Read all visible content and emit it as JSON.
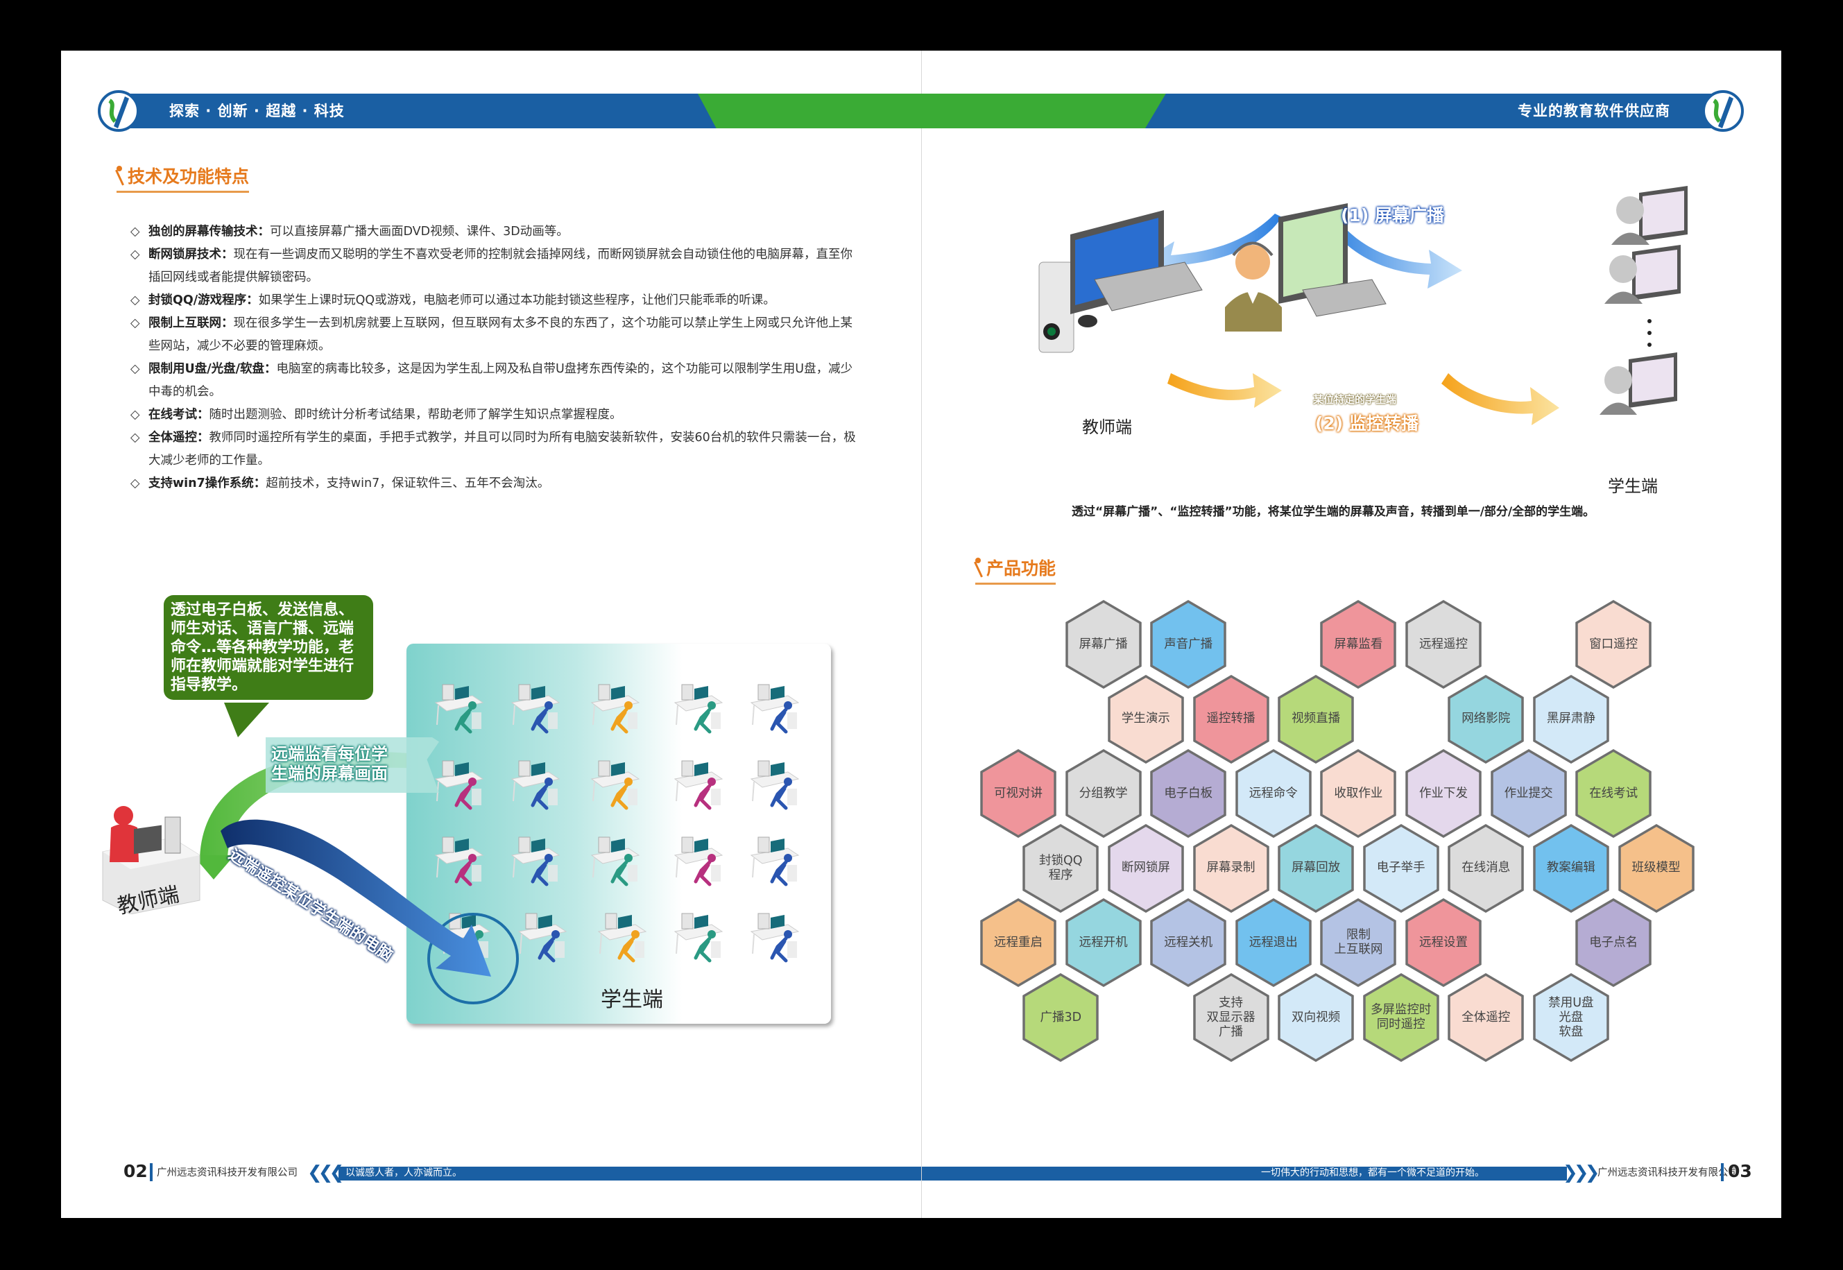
{
  "header": {
    "left_slogan": "探索 · 创新 · 超越 · 科技",
    "right_slogan": "专业的教育软件供应商",
    "logo_icon": "company-logo-icon",
    "colors": {
      "blue": "#1a5fa3",
      "green": "#3aab35"
    }
  },
  "left_page": {
    "section_title": "技术及功能特点",
    "features": [
      {
        "title": "独创的屏幕传输技术：",
        "text": "可以直接屏幕广播大画面DVD视频、课件、3D动画等。"
      },
      {
        "title": "断网锁屏技术：",
        "text": "现在有一些调皮而又聪明的学生不喜欢受老师的控制就会插掉网线，而断网锁屏就会自动锁住他的电脑屏幕，直至你插回网线或者能提供解锁密码。"
      },
      {
        "title": "封锁QQ/游戏程序：",
        "text": "如果学生上课时玩QQ或游戏，电脑老师可以通过本功能封锁这些程序，让他们只能乖乖的听课。"
      },
      {
        "title": "限制上互联网：",
        "text": "现在很多学生一去到机房就要上互联网，但互联网有太多不良的东西了，这个功能可以禁止学生上网或只允许他上某些网站，减少不必要的管理麻烦。"
      },
      {
        "title": "限制用U盘/光盘/软盘：",
        "text": "电脑室的病毒比较多，这是因为学生乱上网及私自带U盘拷东西传染的，这个功能可以限制学生用U盘，减少中毒的机会。"
      },
      {
        "title": "在线考试：",
        "text": "随时出题测验、即时统计分析考试结果，帮助老师了解学生知识点掌握程度。"
      },
      {
        "title": "全体遥控：",
        "text": "教师同时遥控所有学生的桌面，手把手式教学，并且可以同时为所有电脑安装新软件，安装60台机的软件只需装一台，极大减少老师的工作量。"
      },
      {
        "title": "支持win7操作系统：",
        "text": "超前技术，支持win7，保证软件三、五年不会淘汰。"
      }
    ],
    "illustration": {
      "bubble_text": "透过电子白板、发送信息、师生对话、语言广播、远端命令…等各种教学功能，老师在教师端就能对学生进行指导教学。",
      "monitor_callout": "远端监看每位学\n生端的屏幕画面",
      "remote_control_arrow": "远端遥控某位学生端的电脑",
      "teacher_label": "教师端",
      "student_label": "学生端",
      "student_desk_colors": [
        [
          "#2a9a83",
          "#2a55b0",
          "#f0a21e",
          "#2a9a83",
          "#2a55b0"
        ],
        [
          "#b7307e",
          "#2a55b0",
          "#f0a21e",
          "#b7307e",
          "#2a55b0"
        ],
        [
          "#b7307e",
          "#2a55b0",
          "#2a9a83",
          "#b7307e",
          "#2a55b0"
        ],
        [
          "#2a9a83",
          "#2a55b0",
          "#f0a21e",
          "#2a9a83",
          "#2a55b0"
        ]
      ]
    },
    "footer": {
      "page_number": "02",
      "company": "广州远志资讯科技开发有限公司",
      "motto": "以诚感人者，人亦诚而立。"
    }
  },
  "right_page": {
    "diagram": {
      "broadcast_title": "(1) 屏幕广播",
      "relay_title": "(2) 监控转播",
      "specific_student": "某位特定的学生端",
      "teacher_label": "教师端",
      "student_label": "学生端",
      "caption": "透过“屏幕广播”、“监控转播”功能，将某位学生端的屏幕及声音，转播到单一/部分/全部的学生端。"
    },
    "section_title": "产品功能",
    "hex_colors": {
      "gray": "#dcdcdc",
      "blue": "#72c1ee",
      "pink": "#ef959b",
      "peach": "#f9dcd1",
      "green": "#b6d97a",
      "teal": "#95d6df",
      "sky": "#d3e9f8",
      "purple": "#b5acd3",
      "lavender": "#e4d8ec",
      "periwinkle": "#b4c3e4",
      "orange": "#f5c08a"
    },
    "features": [
      {
        "label": "屏幕广播",
        "color": "gray"
      },
      {
        "label": "声音广播",
        "color": "blue"
      },
      {
        "label": "屏幕监看",
        "color": "pink"
      },
      {
        "label": "远程遥控",
        "color": "gray"
      },
      {
        "label": "窗口遥控",
        "color": "peach"
      },
      {
        "label": "学生演示",
        "color": "peach"
      },
      {
        "label": "遥控转播",
        "color": "pink"
      },
      {
        "label": "视频直播",
        "color": "green"
      },
      {
        "label": "网络影院",
        "color": "teal"
      },
      {
        "label": "黑屏肃静",
        "color": "sky"
      },
      {
        "label": "可视对讲",
        "color": "pink"
      },
      {
        "label": "分组教学",
        "color": "gray"
      },
      {
        "label": "电子白板",
        "color": "purple"
      },
      {
        "label": "远程命令",
        "color": "sky"
      },
      {
        "label": "收取作业",
        "color": "peach"
      },
      {
        "label": "作业下发",
        "color": "lavender"
      },
      {
        "label": "作业提交",
        "color": "periwinkle"
      },
      {
        "label": "在线考试",
        "color": "green"
      },
      {
        "label": "封锁QQ\n程序",
        "color": "gray"
      },
      {
        "label": "断网锁屏",
        "color": "lavender"
      },
      {
        "label": "屏幕录制",
        "color": "peach"
      },
      {
        "label": "屏幕回放",
        "color": "teal"
      },
      {
        "label": "电子举手",
        "color": "sky"
      },
      {
        "label": "在线消息",
        "color": "gray"
      },
      {
        "label": "教案编辑",
        "color": "blue"
      },
      {
        "label": "班级模型",
        "color": "orange"
      },
      {
        "label": "远程重启",
        "color": "orange"
      },
      {
        "label": "远程开机",
        "color": "teal"
      },
      {
        "label": "远程关机",
        "color": "periwinkle"
      },
      {
        "label": "远程退出",
        "color": "blue"
      },
      {
        "label": "限制\n上互联网",
        "color": "periwinkle"
      },
      {
        "label": "远程设置",
        "color": "pink"
      },
      {
        "label": "电子点名",
        "color": "purple"
      },
      {
        "label": "广播3D",
        "color": "green"
      },
      {
        "label": "支持\n双显示器\n广播",
        "color": "gray"
      },
      {
        "label": "双向视频",
        "color": "sky"
      },
      {
        "label": "多屏监控时\n同时遥控",
        "color": "green"
      },
      {
        "label": "全体遥控",
        "color": "peach"
      },
      {
        "label": "禁用U盘\n光盘\n软盘",
        "color": "sky"
      }
    ],
    "footer": {
      "page_number": "03",
      "company": "广州远志资讯科技开发有限公司",
      "motto": "一切伟大的行动和思想，都有一个微不足道的开始。"
    }
  }
}
